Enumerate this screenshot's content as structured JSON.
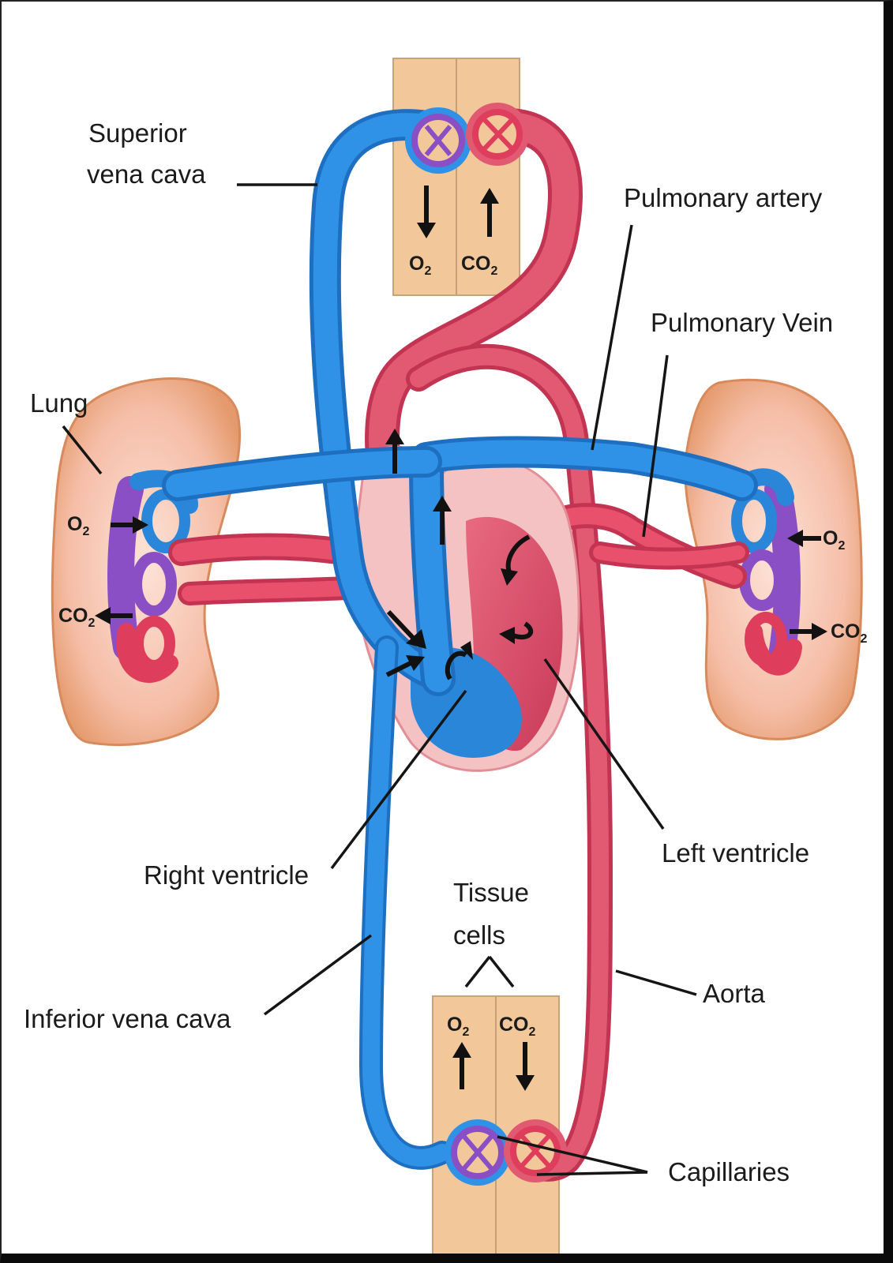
{
  "labels": {
    "superior_vena_cava_line1": "Superior",
    "superior_vena_cava_line2": "vena cava",
    "pulmonary_artery": "Pulmonary artery",
    "pulmonary_vein": "Pulmonary Vein",
    "lung": "Lung",
    "right_ventricle": "Right ventricle",
    "left_ventricle": "Left ventricle",
    "tissue_cells_line1": "Tissue",
    "tissue_cells_line2": "cells",
    "aorta": "Aorta",
    "inferior_vena_cava": "Inferior vena cava",
    "capillaries": "Capillaries"
  },
  "gases": {
    "o2": "O",
    "co2": "CO",
    "subscript": "2"
  },
  "colors": {
    "deoxygenated_blood": "#2a86d8",
    "oxygenated_blood": "#de3d5c",
    "mixed_capillary": "#8a4fc4",
    "tissue": "#f2c89a",
    "lung_tissue": "#f0b49a"
  }
}
